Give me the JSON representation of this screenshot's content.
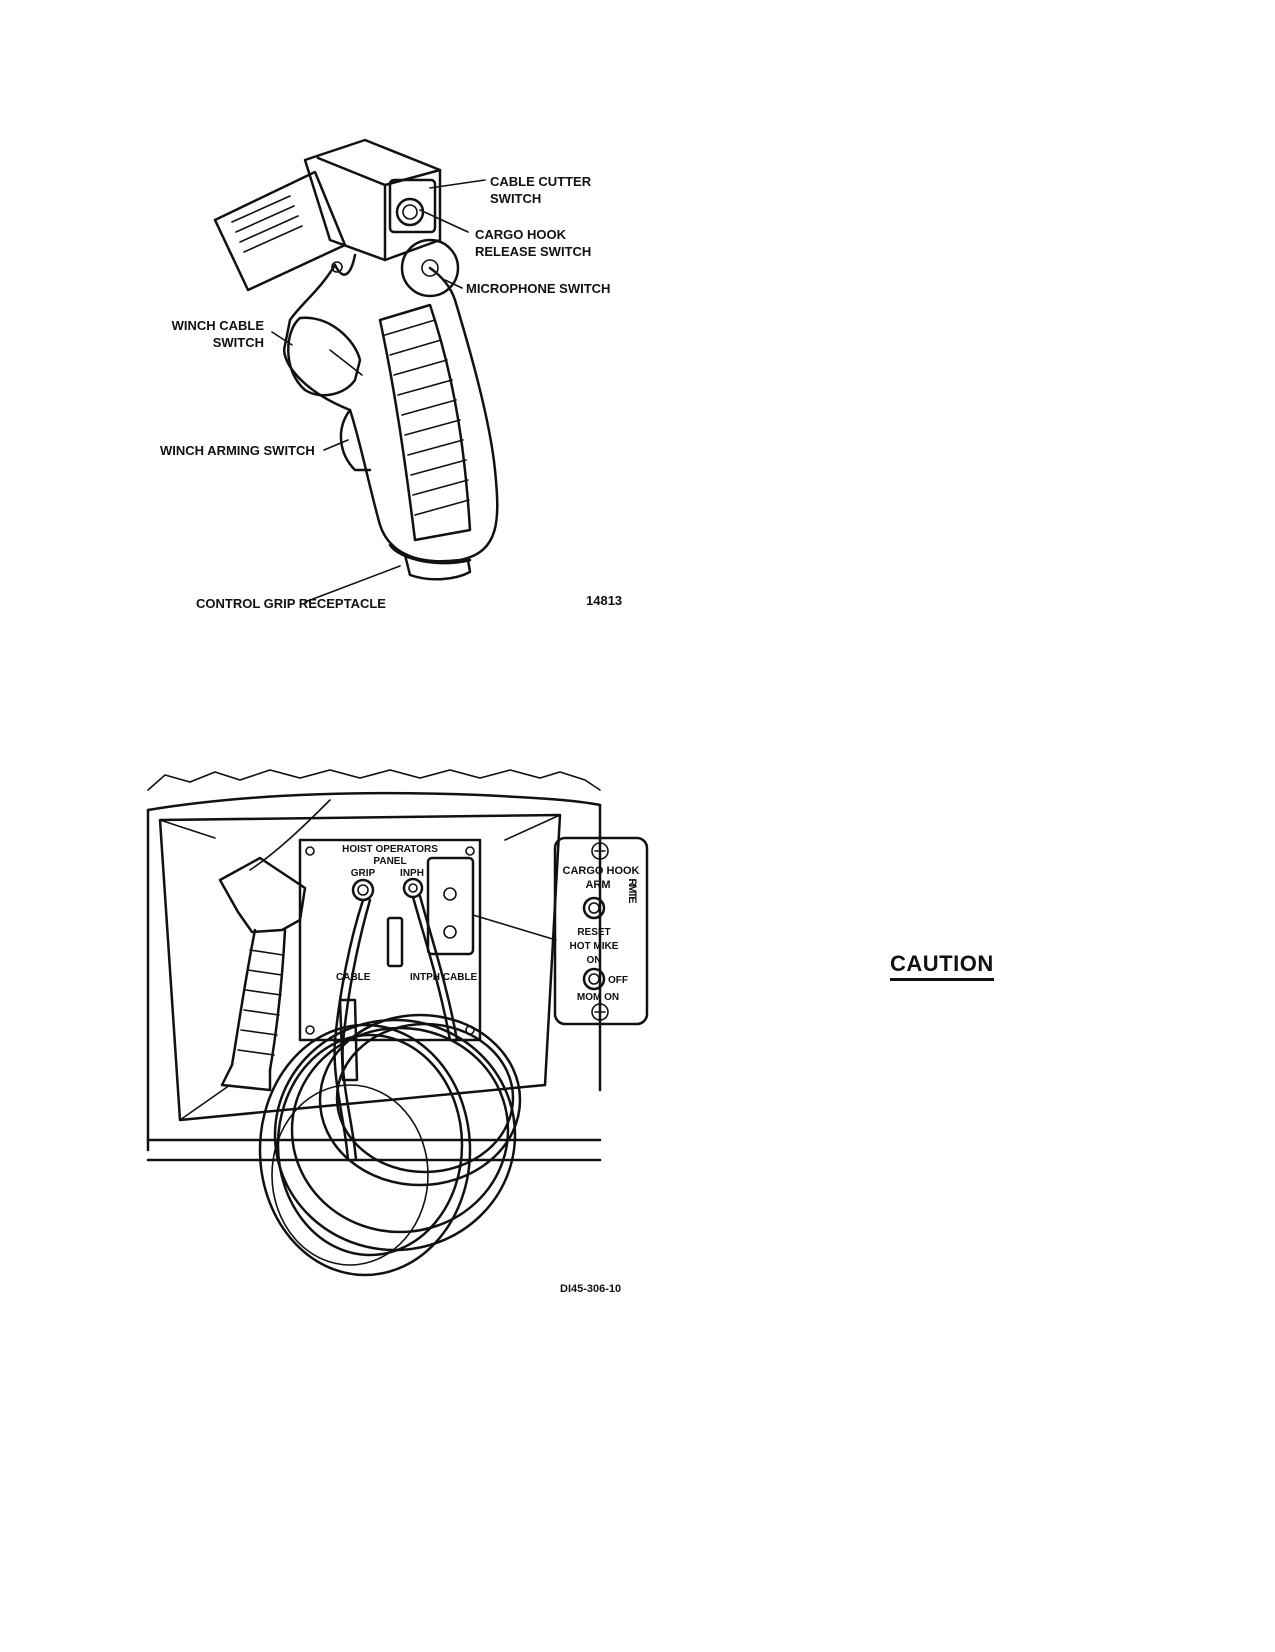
{
  "figure_top": {
    "callouts": {
      "cable_cutter_switch": [
        "CABLE CUTTER",
        "SWITCH"
      ],
      "cargo_hook_release_switch": [
        "CARGO HOOK",
        "RELEASE SWITCH"
      ],
      "microphone_switch": "MICROPHONE SWITCH",
      "winch_cable_switch": [
        "WINCH CABLE",
        "SWITCH"
      ],
      "winch_arming_switch": "WINCH ARMING SWITCH",
      "control_grip_receptacle": "CONTROL GRIP RECEPTACLE"
    },
    "figure_number": "14813"
  },
  "figure_bottom": {
    "panel_title": [
      "HOIST OPERATORS",
      "PANEL"
    ],
    "connector_labels": {
      "grip": "GRIP",
      "inph": "INPH"
    },
    "cable_labels": {
      "grip_cable": "CABLE",
      "intph_cable": "INTPH CABLE"
    },
    "detail_panel": {
      "title": "CARGO HOOK",
      "arm": "ARM",
      "rmte": "RMTE",
      "reset": "RESET",
      "hot_mike": "HOT MIKE",
      "on": "ON",
      "off": "OFF",
      "mom_on": "MOM ON"
    },
    "figure_number": "DI45-306-10"
  },
  "caution": "CAUTION"
}
